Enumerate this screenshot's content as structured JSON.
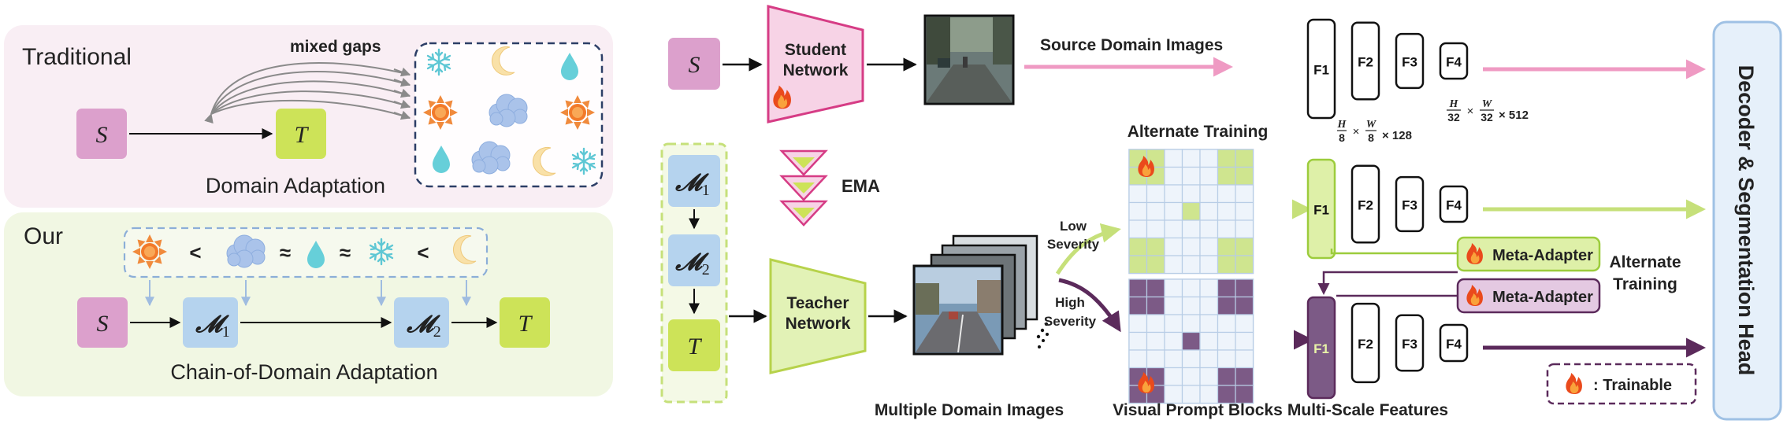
{
  "left_top": {
    "heading": "Traditional",
    "gap_label": "mixed gaps",
    "source": "S",
    "target": "T",
    "caption": "Domain Adaptation"
  },
  "left_bottom": {
    "heading": "Our",
    "order_lt1": "<",
    "order_approx1": "≈",
    "order_approx2": "≈",
    "order_lt2": "<",
    "source": "S",
    "m1": "𝓜",
    "m1_sub": "1",
    "m2": "𝓜",
    "m2_sub": "2",
    "target": "T",
    "caption": "Chain-of-Domain Adaptation"
  },
  "pipeline": {
    "student_input": "S",
    "student_line1": "Student",
    "student_line2": "Network",
    "source_images_label": "Source Domain Images",
    "chain_m1": "𝓜",
    "chain_m1_sub": "1",
    "chain_m2": "𝓜",
    "chain_m2_sub": "2",
    "chain_t": "T",
    "ema_label": "EMA",
    "teacher_line1": "Teacher",
    "teacher_line2": "Network",
    "multi_images_label": "Multiple Domain Images",
    "low_line1": "Low",
    "low_line2": "Severity",
    "high_line1": "High",
    "high_line2": "Severity",
    "alt_training_label": "Alternate Training",
    "vpb_label": "Visual Prompt Blocks",
    "msf_label": "Multi-Scale Features",
    "features": [
      "F1",
      "F2",
      "F3",
      "F4"
    ],
    "dim_small_h": "H",
    "dim_small_hden": "8",
    "dim_small_w": "W",
    "dim_small_wden": "8",
    "dim_small_c": "× 128",
    "dim_large_h": "H",
    "dim_large_hden": "32",
    "dim_large_w": "W",
    "dim_large_wden": "32",
    "dim_large_c": "× 512",
    "times": "×",
    "meta_adapter_1": "Meta-Adapter",
    "meta_adapter_2": "Meta-Adapter",
    "alt_training_right_line1": "Alternate",
    "alt_training_right_line2": "Training",
    "trainable_label": ": Trainable",
    "decoder_label": "Decoder & Segmentation Head"
  },
  "colors": {
    "pink_panel": "#f9eef4",
    "green_panel": "#f1f7e3",
    "source_box": "#dca0cc",
    "target_box": "#cde358",
    "m_box": "#b5d3ee",
    "student_fill": "#f7d3e6",
    "student_stroke": "#d63c85",
    "teacher_fill": "#e2f2b6",
    "teacher_stroke": "#b7d24b",
    "pink_arrow": "#ef9ac3",
    "green_arrow": "#c6e07a",
    "purple_arrow": "#5b2a5b",
    "meta_green": "#def0a8",
    "meta_purple": "#e4c9e2",
    "decoder_fill": "#e6f0fa",
    "decoder_stroke": "#9fc1e4",
    "prompt_green": "#cfe58f",
    "prompt_purple": "#7c5a86"
  },
  "icons": [
    "snowflake-icon",
    "moon-icon",
    "raindrop-icon",
    "sun-icon",
    "cloud-icon",
    "fire-icon",
    "road-scene-image"
  ]
}
